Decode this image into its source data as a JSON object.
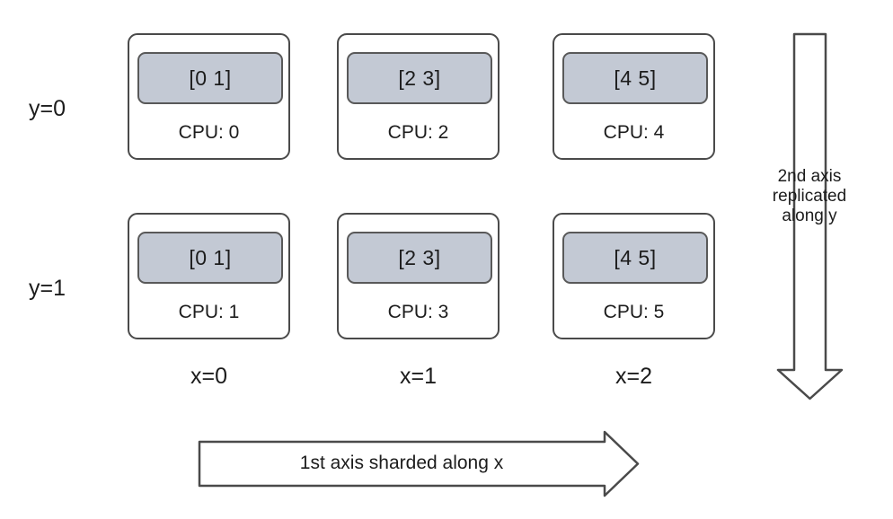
{
  "diagram": {
    "title": "2D device mesh sharding diagram",
    "colors": {
      "shard_fill": "#c3c9d4",
      "outline": "#4a4a4a",
      "inner_outline": "#595959",
      "text": "#1c1c1c",
      "background": "#ffffff"
    },
    "row_labels": [
      {
        "label": "y=0"
      },
      {
        "label": "y=1"
      }
    ],
    "col_labels": [
      {
        "label": "x=0"
      },
      {
        "label": "x=1"
      },
      {
        "label": "x=2"
      }
    ],
    "cells": [
      {
        "row": 0,
        "col": 0,
        "shard": "[0 1]",
        "cpu": "CPU: 0"
      },
      {
        "row": 0,
        "col": 1,
        "shard": "[2 3]",
        "cpu": "CPU: 2"
      },
      {
        "row": 0,
        "col": 2,
        "shard": "[4 5]",
        "cpu": "CPU: 4"
      },
      {
        "row": 1,
        "col": 0,
        "shard": "[0 1]",
        "cpu": "CPU: 1"
      },
      {
        "row": 1,
        "col": 1,
        "shard": "[2 3]",
        "cpu": "CPU: 3"
      },
      {
        "row": 1,
        "col": 2,
        "shard": "[4 5]",
        "cpu": "CPU: 5"
      }
    ],
    "vertical_arrow": {
      "direction": "down",
      "caption_lines": [
        "2nd axis",
        "replicated",
        "along y"
      ]
    },
    "horizontal_arrow": {
      "direction": "right",
      "caption": "1st axis sharded along x"
    }
  }
}
